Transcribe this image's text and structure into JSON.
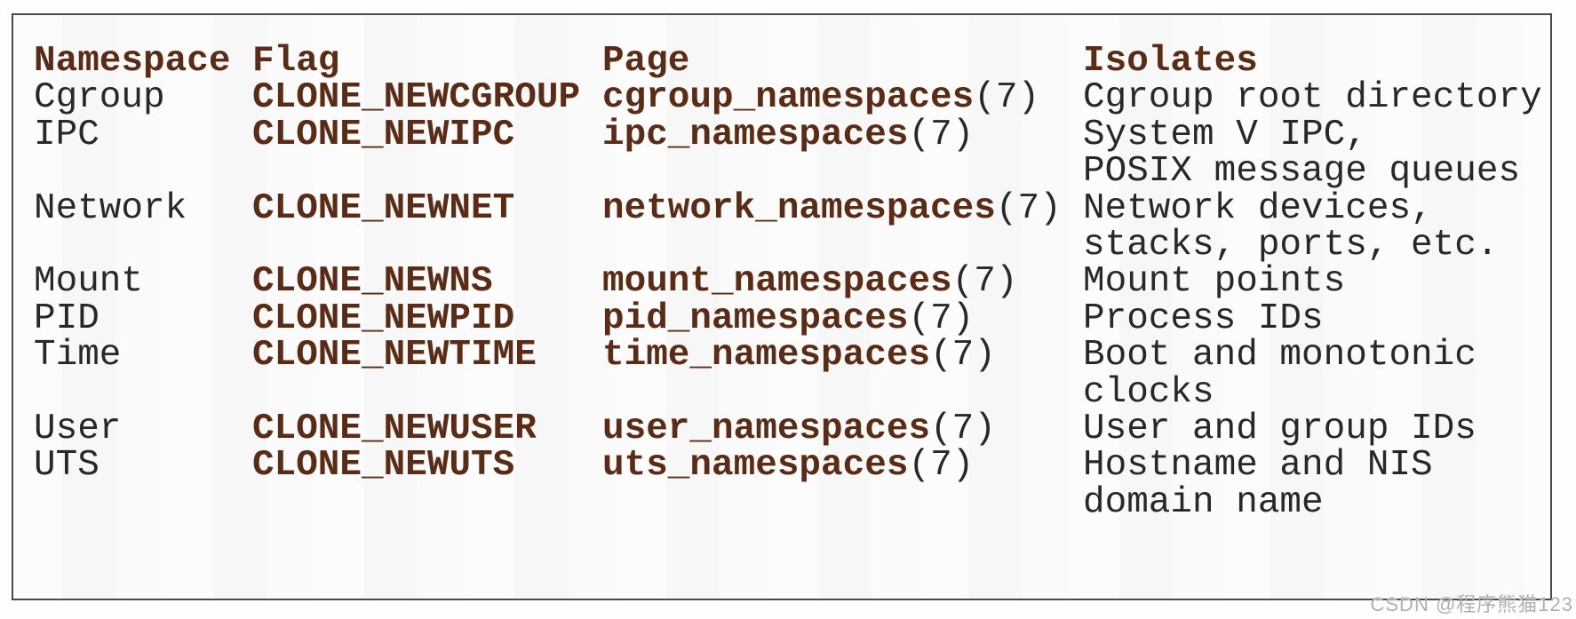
{
  "table": {
    "headers": {
      "namespace": "Namespace",
      "flag": "Flag",
      "page": "Page",
      "isolates": "Isolates"
    },
    "rows": [
      {
        "namespace": "Cgroup",
        "flag": "CLONE_NEWCGROUP",
        "page_name": "cgroup_namespaces",
        "page_section": "(7)",
        "isolates": [
          "Cgroup root directory"
        ]
      },
      {
        "namespace": "IPC",
        "flag": "CLONE_NEWIPC",
        "page_name": "ipc_namespaces",
        "page_section": "(7)",
        "isolates": [
          "System V IPC,",
          "POSIX message queues"
        ]
      },
      {
        "namespace": "Network",
        "flag": "CLONE_NEWNET",
        "page_name": "network_namespaces",
        "page_section": "(7)",
        "isolates": [
          "Network devices,",
          "stacks, ports, etc."
        ]
      },
      {
        "namespace": "Mount",
        "flag": "CLONE_NEWNS",
        "page_name": "mount_namespaces",
        "page_section": "(7)",
        "isolates": [
          "Mount points"
        ]
      },
      {
        "namespace": "PID",
        "flag": "CLONE_NEWPID",
        "page_name": "pid_namespaces",
        "page_section": "(7)",
        "isolates": [
          "Process IDs"
        ]
      },
      {
        "namespace": "Time",
        "flag": "CLONE_NEWTIME",
        "page_name": "time_namespaces",
        "page_section": "(7)",
        "isolates": [
          "Boot and monotonic",
          "clocks"
        ]
      },
      {
        "namespace": "User",
        "flag": "CLONE_NEWUSER",
        "page_name": "user_namespaces",
        "page_section": "(7)",
        "isolates": [
          "User and group IDs"
        ]
      },
      {
        "namespace": "UTS",
        "flag": "CLONE_NEWUTS",
        "page_name": "uts_namespaces",
        "page_section": "(7)",
        "isolates": [
          "Hostname and NIS",
          "domain name"
        ]
      }
    ]
  },
  "watermark": {
    "text": "CSDN @程序熊猫123"
  },
  "colors": {
    "accent_brown": "#5a2c16",
    "text_dark": "#26282a",
    "border_gray": "#4a4a4a",
    "watermark_gray": "#b0b0b0"
  }
}
